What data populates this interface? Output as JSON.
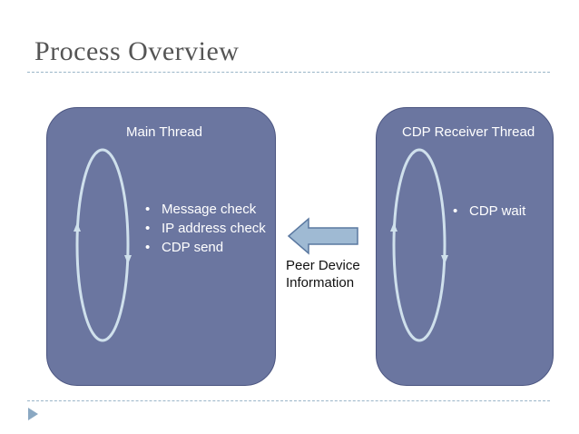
{
  "slide": {
    "title": "Process Overview"
  },
  "main_thread": {
    "title": "Main Thread",
    "bullets": [
      "Message check",
      "IP address check",
      "CDP send"
    ]
  },
  "cdp_thread": {
    "title": "CDP Receiver Thread",
    "bullets": [
      "CDP wait"
    ]
  },
  "arrow": {
    "label_line1": "Peer Device",
    "label_line2": "Information"
  },
  "colors": {
    "panel_fill": "#6b76a0",
    "loop_stroke": "#cfe0ec",
    "arrow_fill": "#9fbad3",
    "rule": "#9ab5c8"
  },
  "icons": {
    "loop": "circular-loop-arrow",
    "flow": "left-arrow",
    "nav": "triangle-right-icon"
  }
}
